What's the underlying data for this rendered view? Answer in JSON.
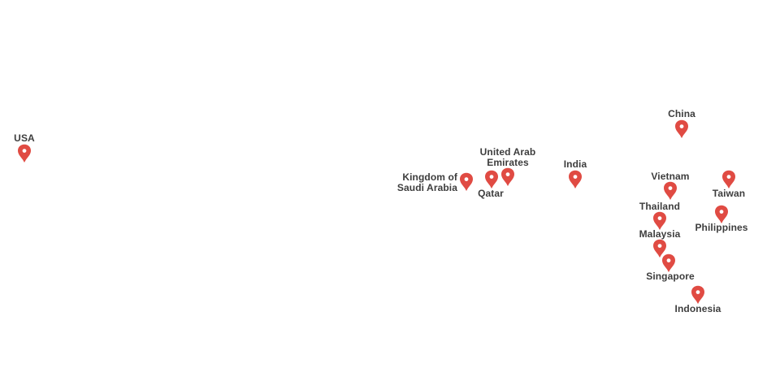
{
  "pin_color": "#e04b43",
  "pin_icon": "map-pin",
  "locations": {
    "usa": "USA",
    "china": "China",
    "uae": "United Arab Emirates",
    "uae_line1": "United Arab",
    "uae_line2": "Emirates",
    "india": "India",
    "saudi": "Kingdom of Saudi Arabia",
    "saudi_line1": "Kingdom of",
    "saudi_line2": "Saudi Arabia",
    "qatar": "Qatar",
    "vietnam": "Vietnam",
    "taiwan": "Taiwan",
    "thailand": "Thailand",
    "philippines": "Philippines",
    "malaysia": "Malaysia",
    "singapore": "Singapore",
    "indonesia": "Indonesia"
  }
}
